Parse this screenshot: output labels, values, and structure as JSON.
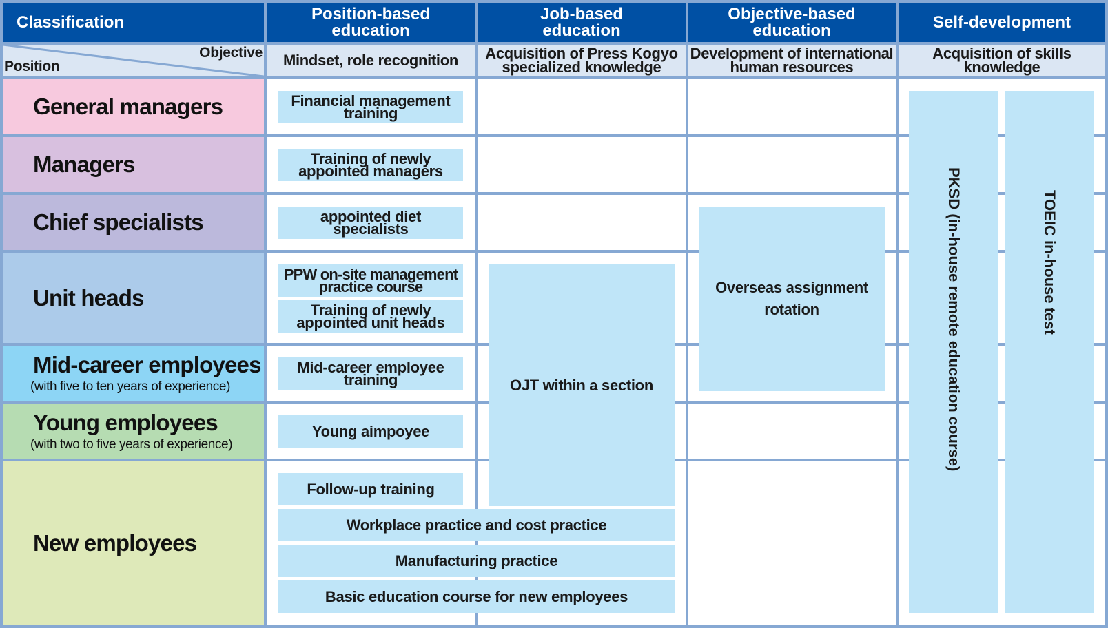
{
  "header": {
    "classification": "Classification",
    "columns": [
      {
        "label": "Position-based education",
        "objective": "Mindset, role recognition"
      },
      {
        "label": "Job-based education",
        "objective": "Acquisition of Press Kogyo specialized knowledge"
      },
      {
        "label": "Objective-based education",
        "objective": "Development of international human resources"
      },
      {
        "label": "Self-development",
        "objective": "Acquisition of skills knowledge"
      }
    ],
    "objective_label": "Objective",
    "position_label": "Position"
  },
  "positions": [
    {
      "label": "General managers",
      "note": "",
      "color": "#f7c9de"
    },
    {
      "label": "Managers",
      "note": "",
      "color": "#d8c0df"
    },
    {
      "label": "Chief specialists",
      "note": "",
      "color": "#bcb9dc"
    },
    {
      "label": "Unit heads",
      "note": "",
      "color": "#accbea"
    },
    {
      "label": "Mid-career employees",
      "note": "(with five to ten years of experience)",
      "color": "#8dd5f5"
    },
    {
      "label": "Young employees",
      "note": "(with two to five years of experience)",
      "color": "#b6dcb2"
    },
    {
      "label": "New employees",
      "note": "",
      "color": "#dee9b9"
    }
  ],
  "programs": {
    "financial": "Financial management training",
    "new_managers": "Training of newly appointed managers",
    "chief": "appointed diet specialists",
    "ppw": "PPW on-site management practice course",
    "new_unit_heads": "Training of newly appointed unit heads",
    "mid_career": "Mid-career employee training",
    "young": "Young aimpoyee",
    "followup": "Follow-up training",
    "ojt": "OJT within a section",
    "overseas": "Overseas assignment rotation",
    "workplace": "Workplace practice and cost practice",
    "manufacturing": "Manufacturing practice",
    "basic": "Basic education course for new employees",
    "pksd": "PKSD (in-house remote education course)",
    "toeic": "TOEIC in-house test"
  },
  "colors": {
    "header_bg": "#0050a4",
    "subheader_bg": "#dbe6f3",
    "program_box": "#bfe5f8",
    "grid_line": "#86a8d3"
  }
}
